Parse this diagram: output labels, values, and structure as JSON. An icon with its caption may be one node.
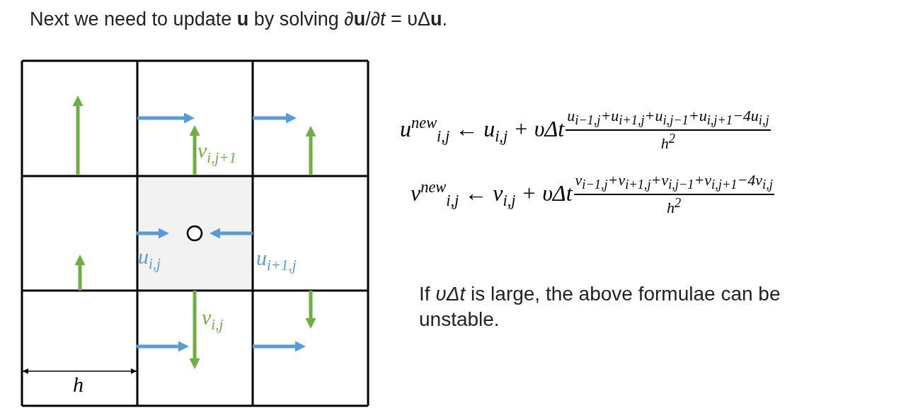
{
  "diagram": {
    "title": "Next we need to update **u** by solving ∂**u**/∂*t* = υΔ**u**.",
    "labels": [
      "v$_{i,j+1}$",
      "u$_{i,j}$",
      "u$_{i+1,j}$",
      "v$_{i,j}$",
      "h",
      "u$^{new}$$_{i,j}$ ← u$_{i,j}$ + υΔt",
      "u$_{i−1,j}$+u$_{i+1,j}$+u$_{i,j−1}$+u$_{i,j+1}$−4u$_{i,j}$",
      "h$^{2}$",
      "v$^{new}$$_{i,j}$ ← v$_{i,j}$ + υΔt",
      "v$_{i−1,j}$+v$_{i+1,j}$+v$_{i,j−1}$+v$_{i,j+1}$−4v$_{i,j}$",
      "h$^{2}$",
      "If *υΔt* is large, the above formulae can be unstable."
    ]
  }
}
